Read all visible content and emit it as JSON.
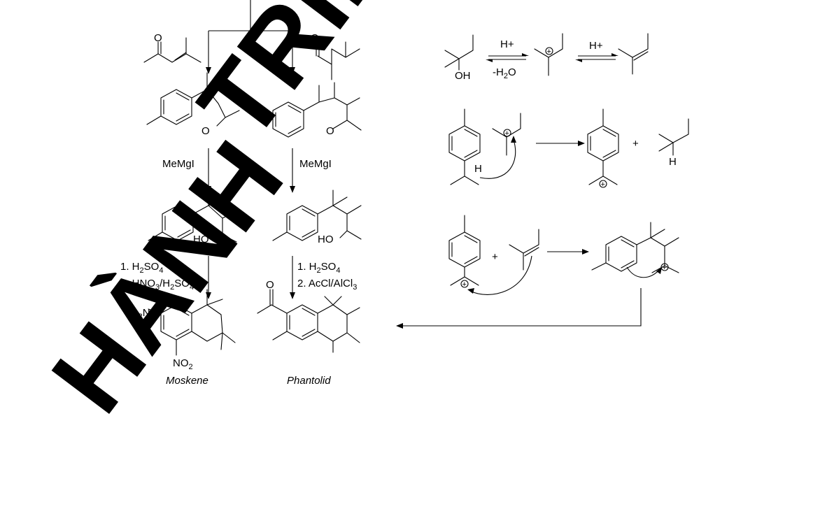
{
  "reagents": {
    "memgi_left": "MeMgI",
    "memgi_right": "MeMgI",
    "step1_left": "1. H",
    "step1_left_sub": "2",
    "step1_left_tail": "SO",
    "step1_left_sub2": "4",
    "step2_left": "2. HNO",
    "step2_left_sub": "3",
    "step2_left_mid": "/H",
    "step2_left_sub2": "2",
    "step2_left_tail": "SO",
    "step2_left_sub3": "4",
    "step1_right": "1. H",
    "step1_right_sub": "2",
    "step1_right_tail": "SO",
    "step1_right_sub2": "4",
    "step2_right": "2. AcCl/AlCl",
    "step2_right_sub": "3",
    "h_plus_1": "H+",
    "h_plus_2": "H+",
    "minus_water": "-H",
    "minus_water_sub": "2",
    "minus_water_tail": "O",
    "plus_1": "+",
    "plus_2": "+"
  },
  "atoms": {
    "o1": "O",
    "o2": "O",
    "o3": "O",
    "o4": "O",
    "o5": "O",
    "ho1": "HO",
    "ho2": "HO",
    "oh": "OH",
    "h1": "H",
    "h2": "H",
    "o2n": "O",
    "o2n_sub": "2",
    "o2n_tail": "N",
    "no2": "NO",
    "no2_sub": "2",
    "charge": "+"
  },
  "products": {
    "moskene": "Moskene",
    "phantolid": "Phantolid"
  },
  "watermark": {
    "top": "TRÌN",
    "bottom": "HÀNH"
  }
}
